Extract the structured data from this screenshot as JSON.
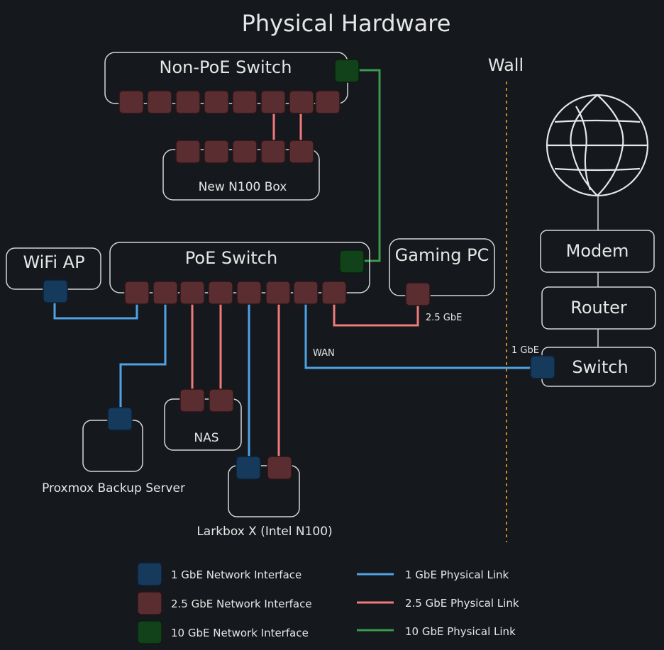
{
  "diagram": {
    "title": "Physical Hardware",
    "wall_label": "Wall",
    "devices": {
      "non_poe_switch": "Non-PoE Switch",
      "n100_box": "New N100 Box",
      "wifi_ap": "WiFi AP",
      "poe_switch": "PoE Switch",
      "gaming_pc": "Gaming PC",
      "nas": "NAS",
      "proxmox": "Proxmox Backup Server",
      "larkbox": "Larkbox X (Intel N100)",
      "modem": "Modem",
      "router": "Router",
      "switch": "Switch"
    },
    "link_labels": {
      "gaming_speed": "2.5 GbE",
      "wan": "WAN",
      "uplink_speed": "1 GbE"
    },
    "legend": {
      "if_1": "1 GbE Network Interface",
      "if_25": "2.5 GbE Network Interface",
      "if_10": "10 GbE Network Interface",
      "link_1": "1 GbE Physical Link",
      "link_25": "2.5 GbE Physical Link",
      "link_10": "10 GbE Physical Link"
    },
    "colors": {
      "background": "#15181d",
      "if_1gbe": "#163a5c",
      "if_2_5gbe": "#5a2e31",
      "if_10gbe": "#12421a",
      "link_1gbe": "#4ea3e6",
      "link_2_5gbe": "#f07a7a",
      "link_10gbe": "#3a9a4d",
      "wall": "#c98a1e"
    },
    "icons": [
      "globe-icon"
    ]
  }
}
